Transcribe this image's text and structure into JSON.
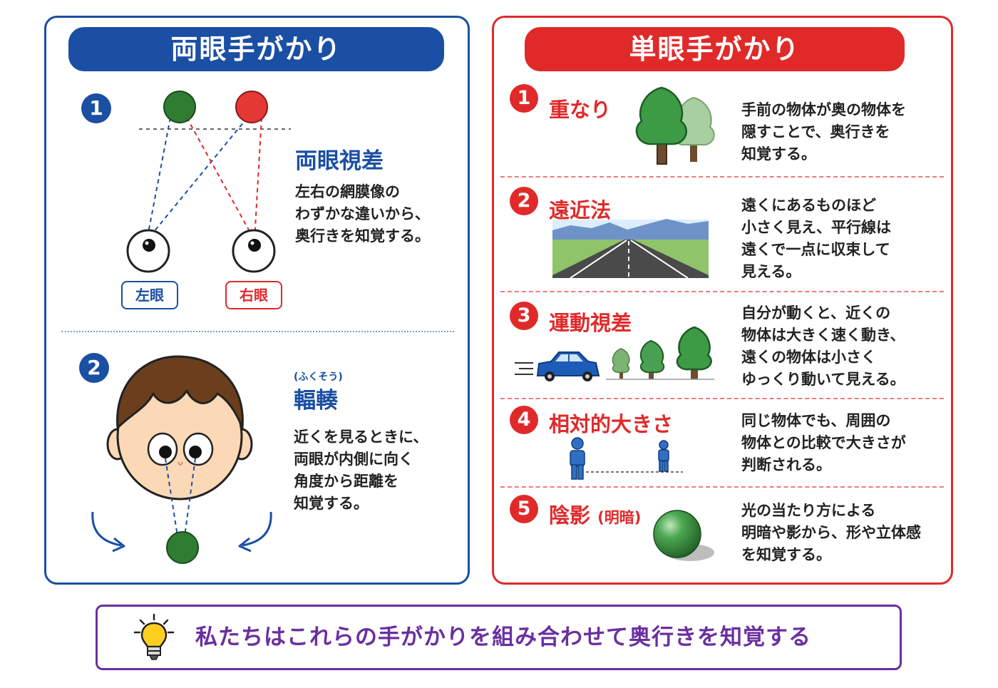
{
  "binocular": {
    "title": "両眼手がかり",
    "item1": {
      "number": "1",
      "heading": "両眼視差",
      "desc": [
        "左右の網膜像の",
        "わずかな違いから、",
        "奥行きを知覚する。"
      ],
      "left_eye": "左眼",
      "right_eye": "右眼"
    },
    "item2": {
      "number": "2",
      "ruby": "(ふくそう)",
      "heading": "輻輳",
      "desc": [
        "近くを見るときに、",
        "両眼が内側に向く",
        "角度から距離を",
        "知覚する。"
      ]
    }
  },
  "monocular": {
    "title": "単眼手がかり",
    "items": [
      {
        "number": "1",
        "heading": "重なり",
        "desc": [
          "手前の物体が奥の物体を",
          "隠すことで、奥行きを",
          "知覚する。"
        ]
      },
      {
        "number": "2",
        "heading": "遠近法",
        "desc": [
          "遠くにあるものほど",
          "小さく見え、平行線は",
          "遠くで一点に収束して",
          "見える。"
        ]
      },
      {
        "number": "3",
        "heading": "運動視差",
        "desc": [
          "自分が動くと、近くの",
          "物体は大きく速く動き、",
          "遠くの物体は小さく",
          "ゆっくり動いて見える。"
        ]
      },
      {
        "number": "4",
        "heading": "相対的大きさ",
        "desc": [
          "同じ物体でも、周囲の",
          "物体との比較で大きさが",
          "判断される。"
        ]
      },
      {
        "number": "5",
        "heading": "陰影",
        "heading_note": "(明暗)",
        "desc": [
          "光の当たり方による",
          "明暗や影から、形や立体感",
          "を知覚する。"
        ]
      }
    ]
  },
  "footer": {
    "text": "私たちはこれらの手がかりを組み合わせて奥行きを知覚する",
    "icon": "lightbulb-icon"
  },
  "colors": {
    "blue": "#1a4fa3",
    "red": "#e02a2a",
    "purple": "#6b2fa0",
    "green_ball": "#2e7d32",
    "red_ball": "#e53935"
  }
}
